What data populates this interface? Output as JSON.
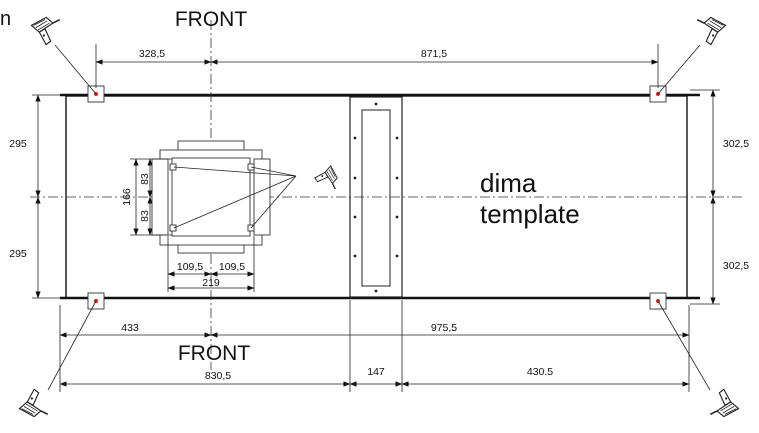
{
  "corner_text": "n",
  "front_top": "FRONT",
  "front_bottom": "FRONT",
  "template_line1": "dima",
  "template_line2": "template",
  "dimensions": {
    "top_left": "328,5",
    "top_right": "871,5",
    "left_upper": "295",
    "left_lower": "295",
    "right_upper": "302,5",
    "right_lower": "302,5",
    "bottom_left": "433",
    "bottom_right": "975,5",
    "overall_left": "830,5",
    "center_width": "147",
    "overall_right": "430.5",
    "box_height": "166",
    "box_upper": "83",
    "box_lower": "83",
    "box_left": "109,5",
    "box_right": "109,5",
    "box_width": "219"
  },
  "icons": [
    "drill-icon"
  ]
}
